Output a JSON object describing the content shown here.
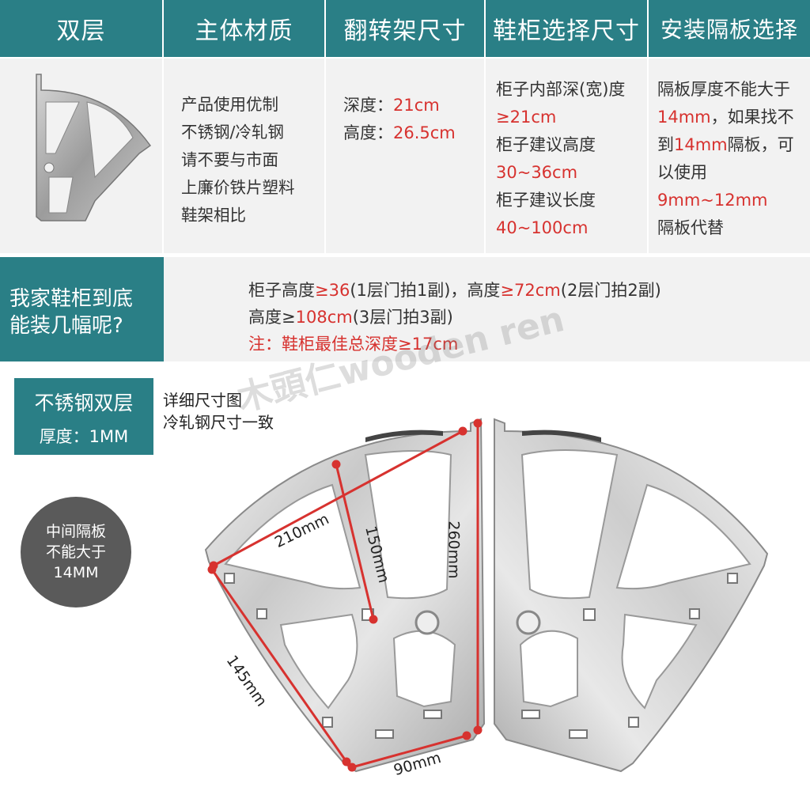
{
  "headers": [
    "双层",
    "主体材质",
    "翻转架尺寸",
    "鞋柜选择尺寸",
    "安装隔板选择"
  ],
  "material": [
    "产品使用优制",
    "不锈钢/冷轧钢",
    "请不要与市面",
    "上廉价铁片塑料",
    "鞋架相比"
  ],
  "frame_size": {
    "depth_label": "深度：",
    "depth_value": "21cm",
    "height_label": "高度：",
    "height_value": "26.5cm"
  },
  "cabinet": {
    "l1": "柜子内部深(宽)度",
    "v1": "≥21cm",
    "l2": "柜子建议高度",
    "v2": "30~36cm",
    "l3": "柜子建议长度",
    "v3": "40~100cm"
  },
  "shelf": {
    "l1": "隔板厚度不能大于",
    "v1": "14mm",
    "t1": "，如果找不",
    "t2": "到",
    "v2": "14mm",
    "t3": "隔板，可",
    "t4": "以使用",
    "v3": "9mm~12mm",
    "t5": "隔板代替"
  },
  "question": [
    "我家鞋柜到底",
    "能装几幅呢?"
  ],
  "answer": {
    "a1": "柜子高度",
    "a2": "≥36",
    "a3": "(1层门拍1副)，高度",
    "a4": "≥72cm",
    "a5": "(2层门拍2副)",
    "b1": "高度≥",
    "b2": "108cm",
    "b3": "(3层门拍3副)",
    "note": "注：鞋柜最佳总深度≥17cm"
  },
  "spec_box": {
    "title": "不锈钢双层",
    "thickness": "厚度：1MM"
  },
  "detail_note": [
    "详细尺寸图",
    "冷轧钢尺寸一致"
  ],
  "badge": [
    "中间隔板",
    "不能大于",
    "14MM"
  ],
  "dims": {
    "d210": "210mm",
    "d150": "150mm",
    "d260": "260mm",
    "d145": "145mm",
    "d90": "90mm"
  },
  "watermark": "木頭仁wooden ren",
  "colors": {
    "teal": "#2a7f86",
    "red": "#d7322f",
    "grey_bg": "#f2f2f2"
  }
}
